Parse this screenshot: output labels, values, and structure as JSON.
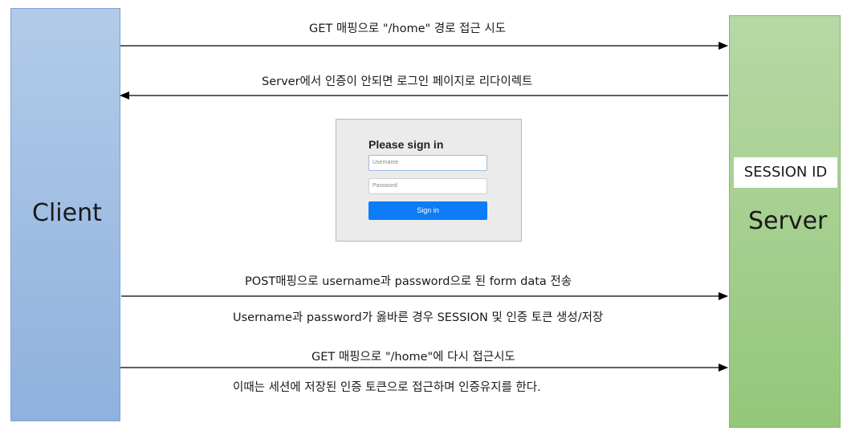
{
  "actors": {
    "client": "Client",
    "server": "Server",
    "session_label": "SESSION ID"
  },
  "messages": [
    {
      "text": "GET 매핑으로  \"/home\" 경로 접근 시도",
      "direction": "client-to-server"
    },
    {
      "text": "Server에서 인증이 안되면 로그인 페이지로 리다이렉트",
      "direction": "server-to-client"
    },
    {
      "text": "POST매핑으로 username과 password으로 된 form data 전송",
      "direction": "client-to-server"
    },
    {
      "text": "Username과 password가 옳바른 경우 SESSION 및 인증 토큰 생성/저장",
      "direction": "none"
    },
    {
      "text": "GET 매핑으로 \"/home\"에 다시 접근시도",
      "direction": "client-to-server"
    },
    {
      "text": "이때는 세션에 저장된 인증 토큰으로 접근하며 인증유지를 한다.",
      "direction": "none"
    }
  ],
  "login_form": {
    "title": "Please sign in",
    "username_placeholder": "Username",
    "password_placeholder": "Password",
    "submit_label": "Sign in",
    "button_color": "#0d7cf7"
  },
  "colors": {
    "client": "#9dbbe2",
    "server": "#a4cf8e",
    "arrow": "#000000"
  }
}
